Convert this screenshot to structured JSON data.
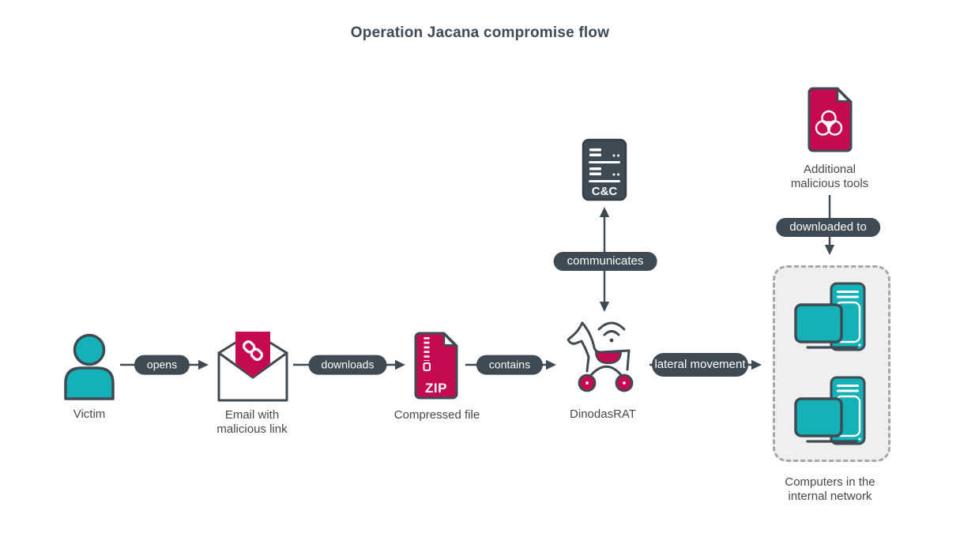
{
  "title": "Operation Jacana compromise flow",
  "colors": {
    "teal": "#14b1b7",
    "magenta": "#c60a52",
    "slate": "#3e4a54",
    "caption_text": "#45494c",
    "box_background": "#efefef",
    "box_border": "#a7a7a7"
  },
  "nodes": {
    "victim": {
      "label": "Victim",
      "icon": "person-icon"
    },
    "email": {
      "label": "Email with malicious link",
      "icon": "email-link-icon"
    },
    "zip": {
      "label": "Compressed file",
      "badge": "ZIP",
      "icon": "zip-file-icon"
    },
    "rat": {
      "label": "DinodasRAT",
      "icon": "trojan-horse-icon"
    },
    "cnc": {
      "label": "C&C",
      "icon": "server-icon"
    },
    "tools": {
      "label": "Additional malicious tools",
      "icon": "biohazard-file-icon"
    },
    "network": {
      "label": "Computers in the internal network",
      "icon": "computers-icon"
    }
  },
  "edges": {
    "opens": {
      "label": "opens"
    },
    "downloads": {
      "label": "downloads"
    },
    "contains": {
      "label": "contains"
    },
    "lateral_movement": {
      "label": "lateral movement"
    },
    "communicates": {
      "label": "communicates"
    },
    "downloaded_to": {
      "label": "downloaded to"
    }
  }
}
